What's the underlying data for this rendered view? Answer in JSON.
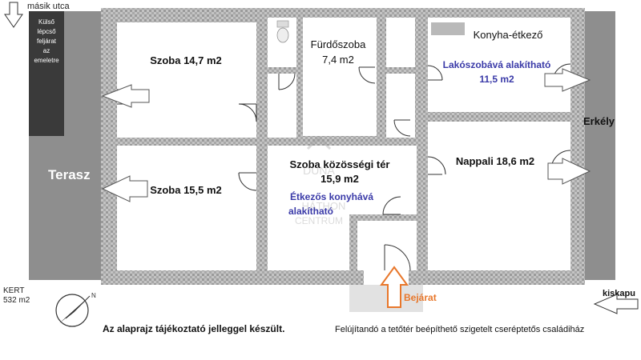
{
  "header": {
    "top_left_label": "másik utca"
  },
  "rooms": {
    "szoba1": "Szoba 14,7 m2",
    "szoba2": "Szoba 15,5 m2",
    "furdo_name": "Fürdőszoba",
    "furdo_area": "7,4 m2",
    "kozossegi_name": "Szoba közösségi tér",
    "kozossegi_area": "15,9 m2",
    "kozossegi_note_1": "Étkezős konyhává",
    "kozossegi_note_2": "alakítható",
    "konyha_name": "Konyha-étkező",
    "konyha_note_1": "Lakószobává alakítható",
    "konyha_note_2": "11,5 m2",
    "nappali": "Nappali 18,6 m2"
  },
  "outside": {
    "stair_1": "Külső",
    "stair_2": "lépcső",
    "stair_3": "feljárat",
    "stair_4": "az",
    "stair_5": "emeletre",
    "terasz": "Terasz",
    "erkely": "Erkély",
    "kert_1": "KERT",
    "kert_2": "532 m2",
    "kiskapu": "kiskapu",
    "bejarat": "Bejárat"
  },
  "watermark": {
    "line1": "DUNA",
    "line2": "HÁTHON",
    "line3": "CENTRUM"
  },
  "footer": {
    "disclaimer": "Az alaprajz tájékoztató jelleggel készült.",
    "description": "Felújítandó a tetőtér beépíthető szigetelt cserépte­tős családiház"
  },
  "colors": {
    "wall": "#bdbdbd",
    "terrace": "#8c8c8c",
    "stair": "#3c3c3c",
    "note_blue": "#3a3aa8",
    "entrance_orange": "#e8772b",
    "entrance_box": "#e2e2e2"
  }
}
